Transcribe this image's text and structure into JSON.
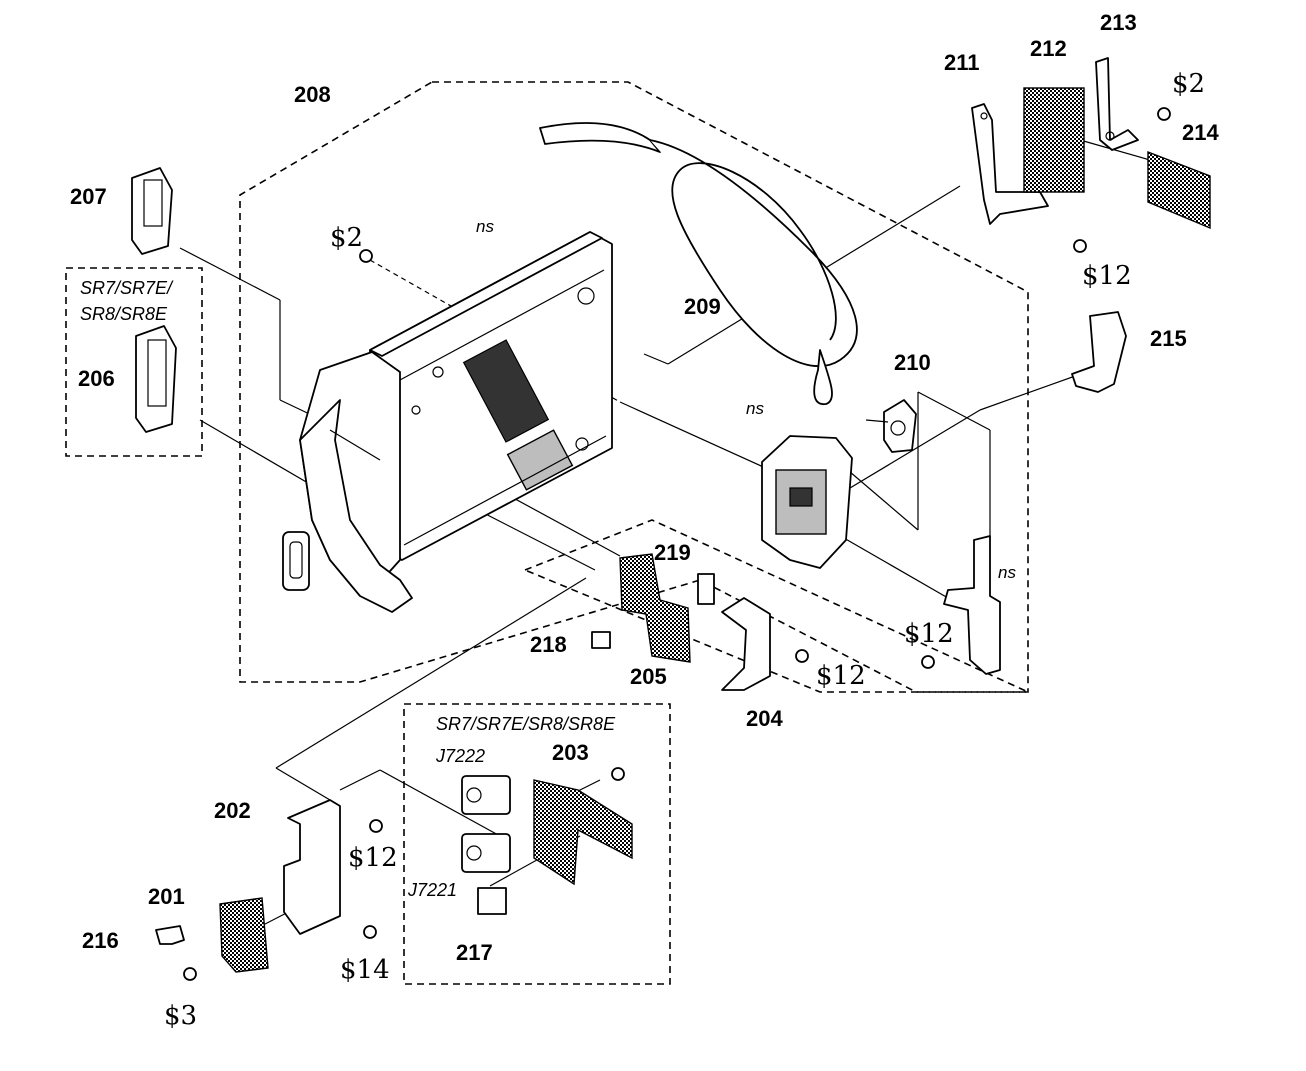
{
  "diagram": {
    "part_numbers": [
      "201",
      "202",
      "203",
      "204",
      "205",
      "206",
      "207",
      "208",
      "209",
      "210",
      "211",
      "212",
      "213",
      "214",
      "215",
      "216",
      "217",
      "218",
      "219"
    ],
    "connector_labels": [
      "J7222",
      "J7221"
    ],
    "variant_box_label_top_left": [
      "SR7/SR7E/",
      "SR8/SR8E"
    ],
    "variant_box_label_bottom": "SR7/SR7E/SR8/SR8E",
    "screw_codes": {
      "s2_top_left": "2",
      "s2_top_right": "2",
      "s12_top_right": "12",
      "s12_mid_right": "12",
      "s12_bracket": "12",
      "s12_bottom": "12",
      "s14": "14",
      "s3": "3"
    },
    "ns_label": "ns",
    "hatch_colors": {
      "mesh": "#000000",
      "background": "#ffffff"
    }
  }
}
